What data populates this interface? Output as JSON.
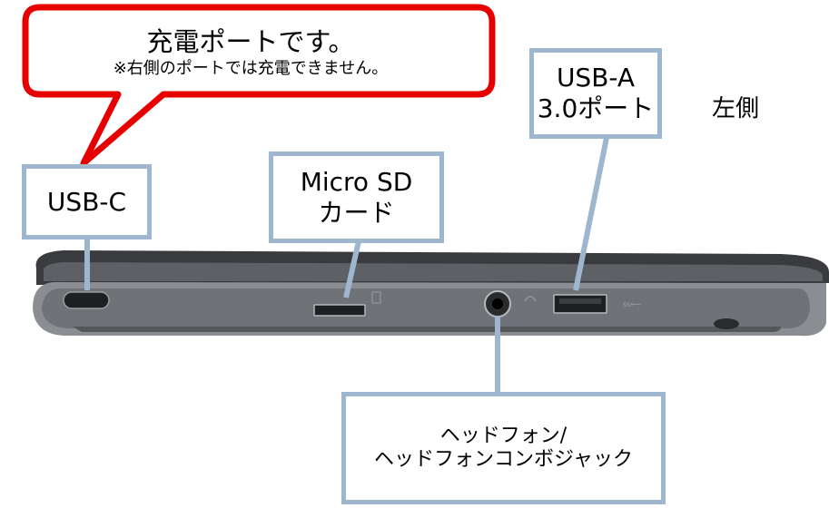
{
  "callout": {
    "title": "充電ポートです。",
    "note": "※右側のポートでは充電できません。",
    "border_color": "#e60000"
  },
  "side_label": "左側",
  "ports": {
    "usb_c": {
      "lines": [
        "USB-C"
      ]
    },
    "micro_sd": {
      "lines": [
        "Micro SD",
        "カード"
      ]
    },
    "usb_a": {
      "lines": [
        "USB-A",
        "3.0ポート"
      ]
    },
    "headphone": {
      "lines": [
        "ヘッドフォン/",
        "ヘッドフォンコンボジャック"
      ]
    }
  },
  "colors": {
    "label_border": "#9fb6cf",
    "device_body": "#8a8d92",
    "device_lid": "#3a3b3e"
  }
}
